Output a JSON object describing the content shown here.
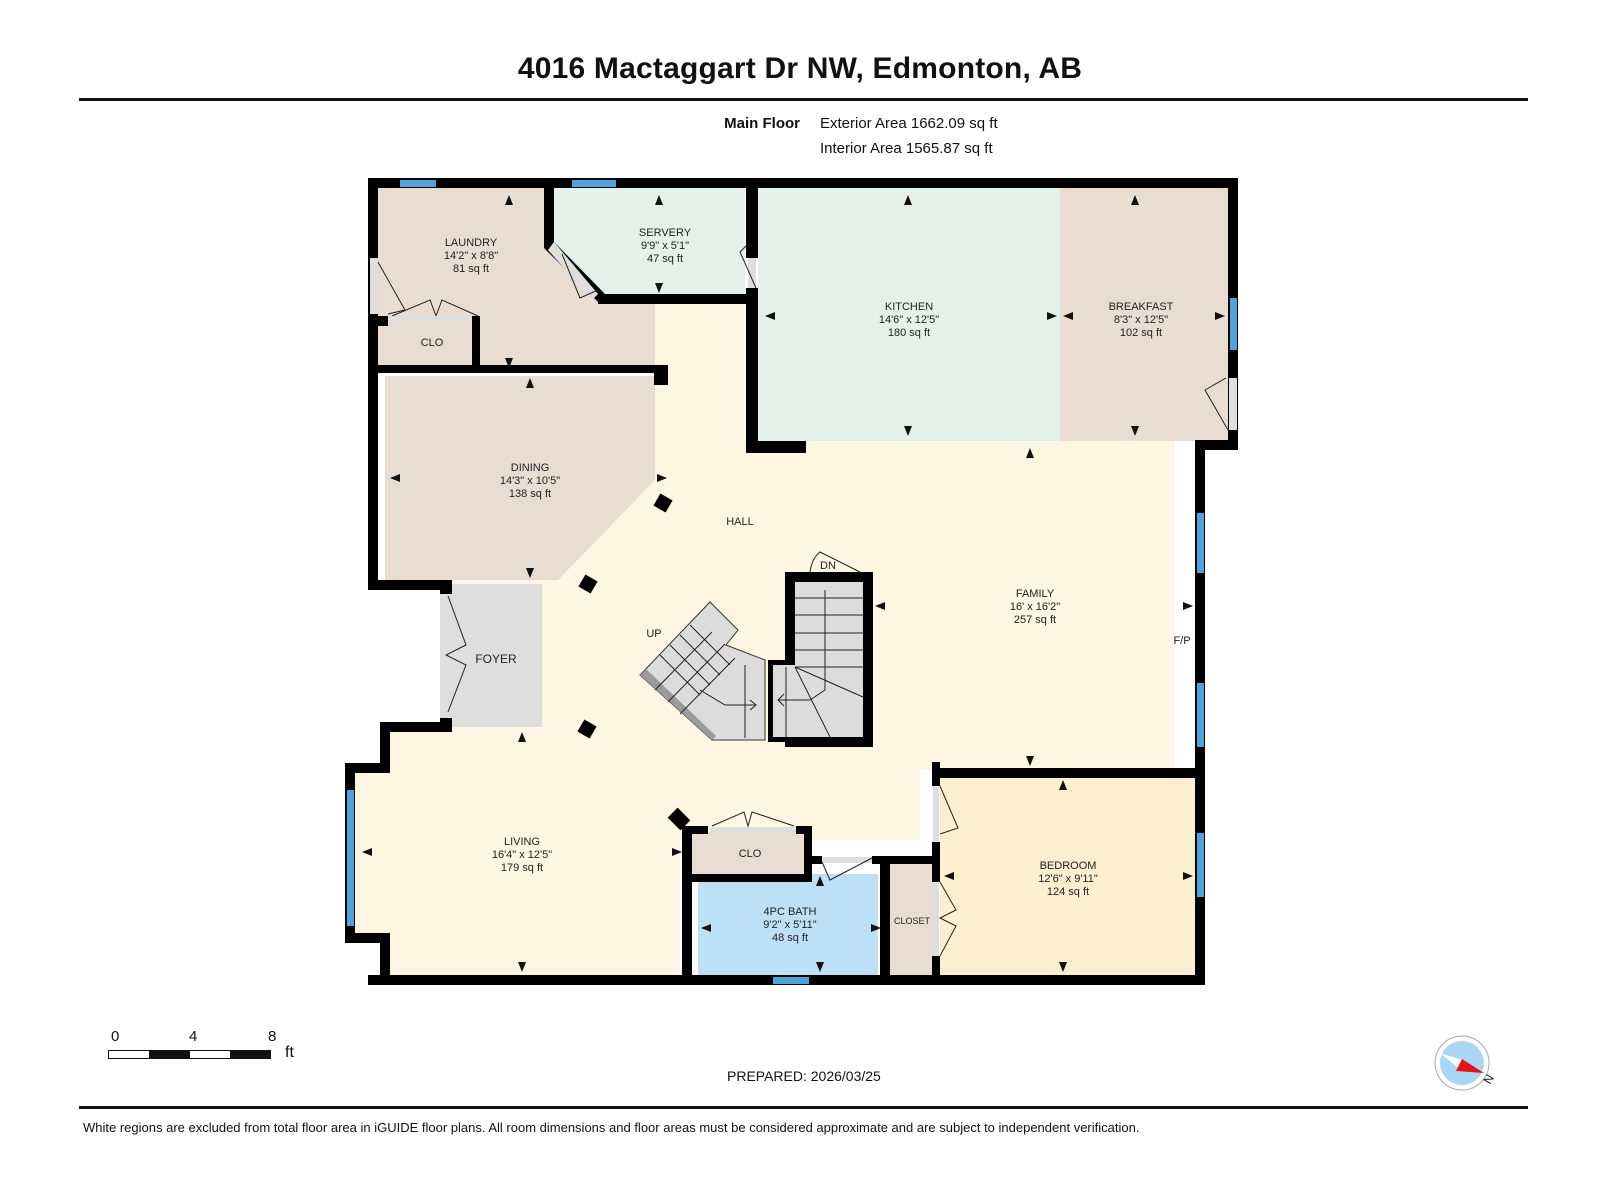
{
  "header": {
    "title": "4016 Mactaggart Dr NW, Edmonton, AB"
  },
  "floor_summary": {
    "floor_name": "Main Floor",
    "exterior_area": "Exterior Area 1662.09 sq ft",
    "interior_area": "Interior Area 1565.87 sq ft"
  },
  "colors": {
    "wall": "#000000",
    "window": "#4ea3dc",
    "laundry": "#e8ddd0",
    "servery": "#e3f1ea",
    "kitchen": "#e3f1ea",
    "breakfast": "#e8ddd0",
    "dining": "#e8ddd0",
    "hall": "#fdf6e3",
    "foyer": "#dedede",
    "bath": "#bde0f7",
    "bedroom": "#fcefd0",
    "closet": "#e8ddd0",
    "stairs": "#dcdcdc",
    "compass_fill": "#a9d6f2",
    "compass_needle": "#e0141b"
  },
  "rooms": {
    "laundry": {
      "name": "LAUNDRY",
      "dims": "14'2\" x 8'8\"",
      "area": "81 sq ft"
    },
    "servery": {
      "name": "SERVERY",
      "dims": "9'9\" x 5'1\"",
      "area": "47 sq ft"
    },
    "kitchen": {
      "name": "KITCHEN",
      "dims": "14'6\" x 12'5\"",
      "area": "180 sq ft"
    },
    "breakfast": {
      "name": "BREAKFAST",
      "dims": "8'3\" x 12'5\"",
      "area": "102 sq ft"
    },
    "dining": {
      "name": "DINING",
      "dims": "14'3\" x 10'5\"",
      "area": "138 sq ft"
    },
    "family": {
      "name": "FAMILY",
      "dims": "16' x 16'2\"",
      "area": "257 sq ft"
    },
    "living": {
      "name": "LIVING",
      "dims": "16'4\" x 12'5\"",
      "area": "179 sq ft"
    },
    "bath": {
      "name": "4PC BATH",
      "dims": "9'2\" x 5'11\"",
      "area": "48 sq ft"
    },
    "bedroom": {
      "name": "BEDROOM",
      "dims": "12'6\" x 9'11\"",
      "area": "124 sq ft"
    }
  },
  "labels": {
    "hall": "HALL",
    "foyer": "FOYER",
    "clo_laundry": "CLO",
    "clo_living": "CLO",
    "closet_bedroom": "CLOSET",
    "stairs_up": "UP",
    "stairs_down": "DN",
    "fireplace": "F/P"
  },
  "scale_bar": {
    "ticks": [
      "0",
      "4",
      "8"
    ],
    "unit": "ft"
  },
  "footer": {
    "prepared": "PREPARED: 2026/03/25",
    "disclaimer": "White regions are excluded from total floor area in iGUIDE floor plans. All room dimensions and floor areas must be considered approximate and are subject to independent verification.",
    "compass_label": "N"
  }
}
